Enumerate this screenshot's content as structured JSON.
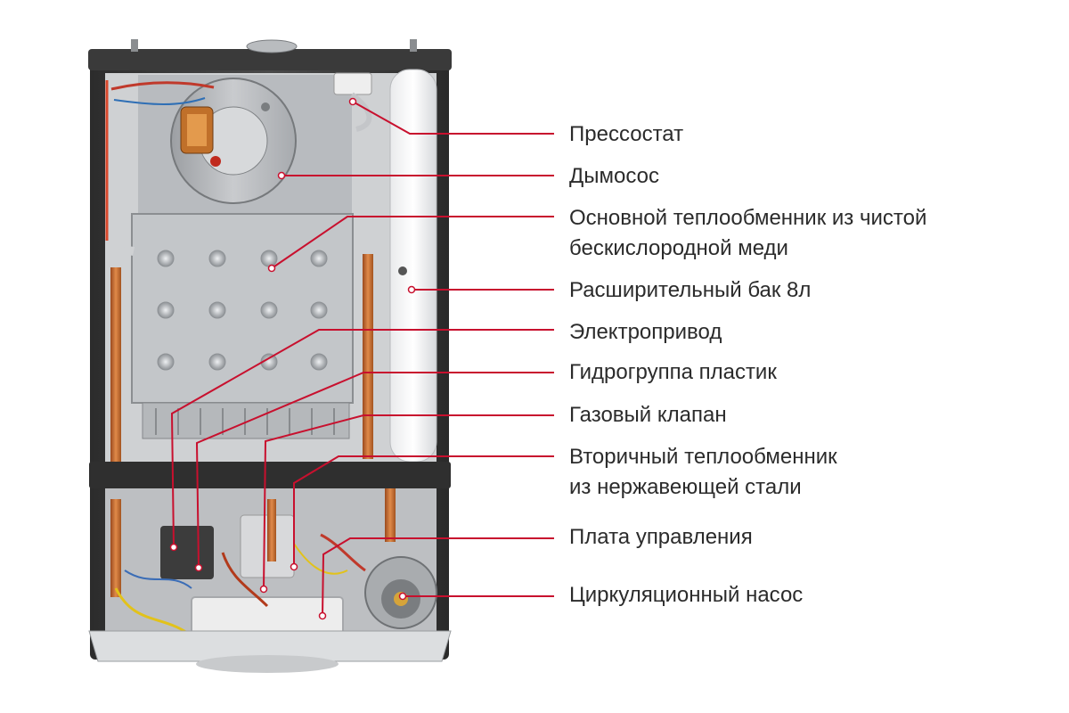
{
  "callouts": [
    {
      "lines": [
        "Прессостат"
      ]
    },
    {
      "lines": [
        "Дымосос"
      ]
    },
    {
      "lines": [
        "Основной теплообменник из чистой",
        "бескислородной меди"
      ]
    },
    {
      "lines": [
        "Расширительный бак 8л"
      ]
    },
    {
      "lines": [
        "Электропривод"
      ]
    },
    {
      "lines": [
        "Гидрогруппа пластик"
      ]
    },
    {
      "lines": [
        "Газовый клапан"
      ]
    },
    {
      "lines": [
        "Вторичный теплообменник",
        "из нержавеющей стали"
      ]
    },
    {
      "lines": [
        "Плата управления"
      ]
    },
    {
      "lines": [
        "Циркуляционный насос"
      ]
    }
  ],
  "colors": {
    "leader": "#c8102e",
    "text": "#2b2b2b"
  }
}
